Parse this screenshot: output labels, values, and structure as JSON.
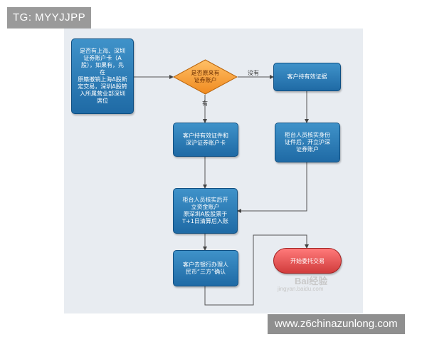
{
  "header_tag": "TG: MYYJJPP",
  "flow": {
    "box_left": "是否有上海、深圳\n证券账户卡（A\n股），如果有，先\n在\n原籍撤销上海A股新\n定交易，深圳A股转\n入所属营业部深圳\n席位",
    "decision": "是否原来有\n证券账户",
    "label_no": "没有",
    "label_yes": "有",
    "box_no_top": "客户持有效证据",
    "box_no_bottom": "柜台人员核实身份\n证件后，开立沪深\n证券账户",
    "box_yes": "客户持有效证件和\n深沪证券账户卡",
    "box_open": "柜台人员核实后开\n立资金账户\n原深圳A股股票于\nT+1日清算后入账",
    "box_bank": "客户去银行办理人\n民币“三方”确认",
    "start": "开始委托交易"
  },
  "baidu_logo": "Bai经验",
  "baidu_url": "jingyan.baidu.com",
  "site_watermark": "www.z6chinazunlong.com",
  "colors": {
    "node": "#1f6aa5",
    "decision": "#f5a23a",
    "start": "#d13c3c",
    "line": "#555555"
  }
}
